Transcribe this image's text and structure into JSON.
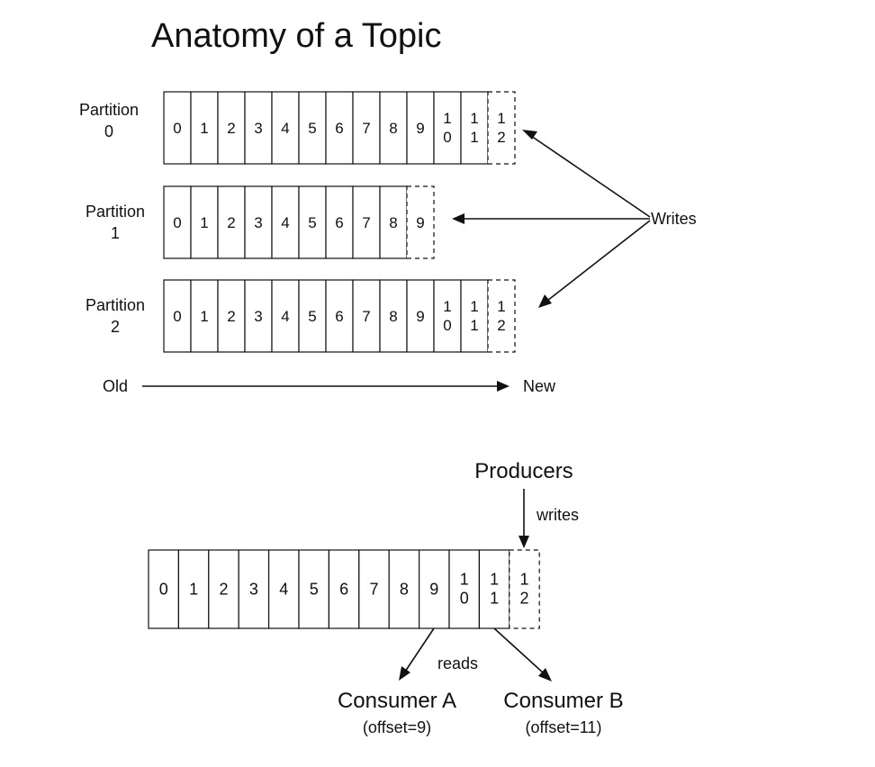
{
  "title": "Anatomy of a Topic",
  "partitions": [
    {
      "label_line1": "Partition",
      "label_line2": "0",
      "cells": [
        "0",
        "1",
        "2",
        "3",
        "4",
        "5",
        "6",
        "7",
        "8",
        "9",
        "10",
        "11",
        "12"
      ],
      "next_index": 12
    },
    {
      "label_line1": "Partition",
      "label_line2": "1",
      "cells": [
        "0",
        "1",
        "2",
        "3",
        "4",
        "5",
        "6",
        "7",
        "8",
        "9"
      ],
      "next_index": 9
    },
    {
      "label_line1": "Partition",
      "label_line2": "2",
      "cells": [
        "0",
        "1",
        "2",
        "3",
        "4",
        "5",
        "6",
        "7",
        "8",
        "9",
        "10",
        "11",
        "12"
      ],
      "next_index": 12
    }
  ],
  "writes_label": "Writes",
  "timeline": {
    "old": "Old",
    "new": "New"
  },
  "log": {
    "cells": [
      "0",
      "1",
      "2",
      "3",
      "4",
      "5",
      "6",
      "7",
      "8",
      "9",
      "10",
      "11",
      "12"
    ],
    "next_index": 12,
    "producers": "Producers",
    "writes": "writes",
    "reads": "reads",
    "consumer_a": {
      "name": "Consumer A",
      "offset": "(offset=9)"
    },
    "consumer_b": {
      "name": "Consumer B",
      "offset": "(offset=11)"
    }
  }
}
